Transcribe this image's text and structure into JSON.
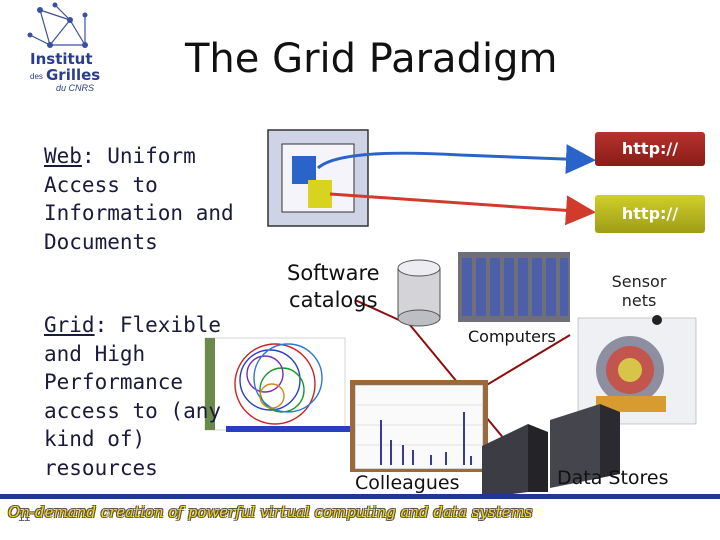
{
  "slide": {
    "title": "The Grid Paradigm",
    "page_number": "11",
    "tagline": "On-demand creation of powerful virtual computing and data systems"
  },
  "logo": {
    "line1": "Institut",
    "line2_small": "des",
    "line2": "Grilles",
    "line3": "du CNRS"
  },
  "web_block": {
    "keyword": "Web",
    "line1_rest": ": Uniform",
    "line2": "Access to",
    "line3": "Information and",
    "line4": "Documents"
  },
  "grid_block": {
    "keyword": "Grid",
    "line1_rest": ": Flexible",
    "line2": "and High",
    "line3": "Performance",
    "line4": "access to (any",
    "line5": "kind of)",
    "line6": "resources"
  },
  "labels": {
    "http1": "http://",
    "http2": "http://",
    "software_line1": "Software",
    "software_line2": "catalogs",
    "sensor_line1": "Sensor",
    "sensor_line2": "nets",
    "computers": "Computers",
    "colleagues": "Colleagues",
    "data_stores": "Data Stores"
  },
  "colors": {
    "http1_bg": "#b7322c",
    "http2_bg": "#cfcf2a",
    "arrow_blue": "#2a63c9",
    "arrow_red": "#d23a2c",
    "network_line": "#8b0f0f",
    "bottom_bar": "#1f3a8a",
    "tagline": "#ffd500"
  }
}
